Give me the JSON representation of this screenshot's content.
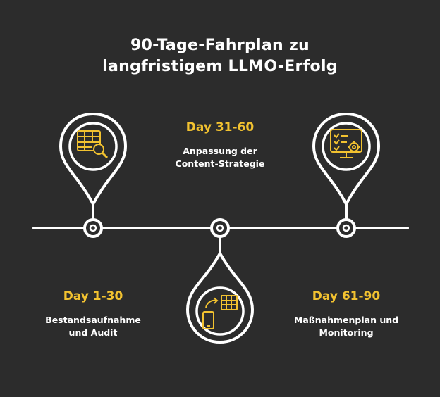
{
  "title": {
    "line1": "90-Tage-Fahrplan zu",
    "line2": "langfristigem LLMO-Erfolg"
  },
  "stages": [
    {
      "label": "Day 1-30",
      "desc_line1": "Bestandsaufnahme",
      "desc_line2": "und Audit",
      "icon": "table-magnifier-icon"
    },
    {
      "label": "Day 31-60",
      "desc_line1": "Anpassung der",
      "desc_line2": "Content-Strategie",
      "icon": "phone-table-sync-icon"
    },
    {
      "label": "Day 61-90",
      "desc_line1": "Maßnahmenplan und",
      "desc_line2": "Monitoring",
      "icon": "monitor-checklist-gear-icon"
    }
  ],
  "colors": {
    "background": "#2c2c2c",
    "accent": "#f2c230",
    "stroke": "#ffffff"
  }
}
